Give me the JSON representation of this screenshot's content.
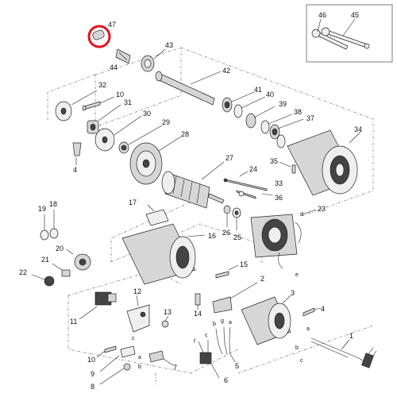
{
  "highlight": {
    "label": "47",
    "color": "#e0141e"
  },
  "labels": {
    "p47": "47",
    "p44": "44",
    "p43": "43",
    "p42": "42",
    "p46": "46",
    "p45": "45",
    "p32": "32",
    "p10a": "10",
    "p31": "31",
    "p30": "30",
    "p29": "29",
    "p28": "28",
    "p41": "41",
    "p40": "40",
    "p39": "39",
    "p38": "38",
    "p37": "37",
    "p34": "34",
    "p4a": "4",
    "p35": "35",
    "p27": "27",
    "p24": "24",
    "p33": "33",
    "p36": "36",
    "p19": "19",
    "p18": "18",
    "p17": "17",
    "p16": "16",
    "p26": "26",
    "p25": "25",
    "p23": "23",
    "p20": "20",
    "p21": "21",
    "p22": "22",
    "p15": "15",
    "p11": "11",
    "p12": "12",
    "p13": "13",
    "p14": "14",
    "p10b": "10",
    "p9": "9",
    "p8": "8",
    "p7": "7",
    "p2": "2",
    "p3": "3",
    "p4b": "4",
    "p5": "5",
    "p6": "6",
    "p1": "1",
    "sa1": "a",
    "sb1": "b",
    "sc1": "c",
    "sd": "d",
    "se": "e",
    "sb2": "b",
    "sg": "g",
    "sa2": "a",
    "sf": "f",
    "sc2": "c",
    "sa3": "a",
    "sb3": "b",
    "sc3": "c"
  }
}
